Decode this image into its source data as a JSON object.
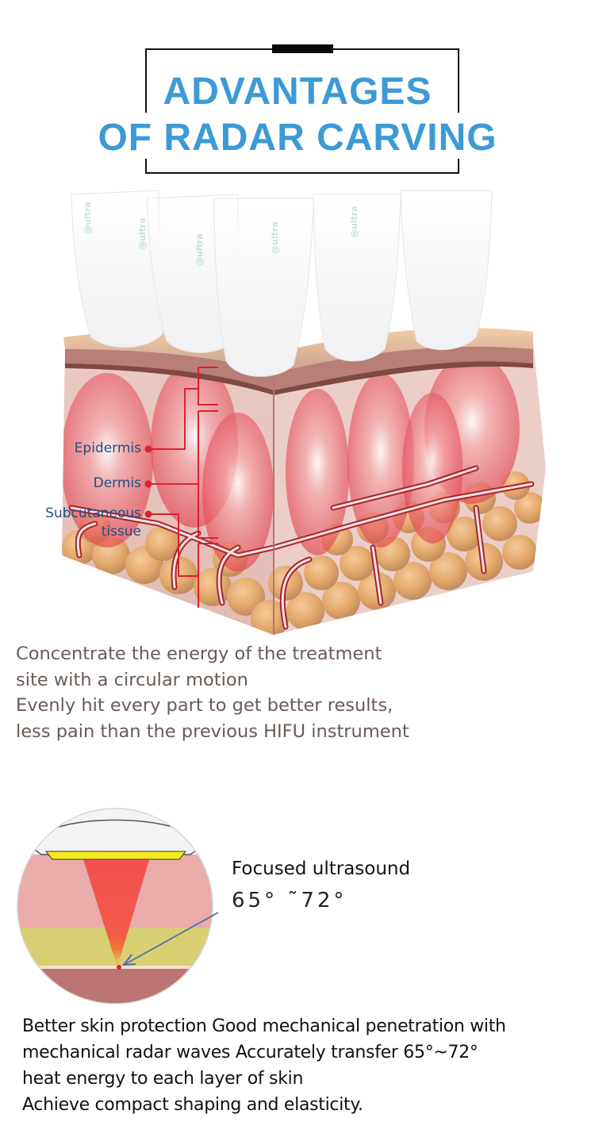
{
  "header": {
    "title_line1": "ADVANTAGES",
    "title_line2": "OF RADAR CARVING",
    "title_color": "#3c9ad6"
  },
  "skin_diagram": {
    "probe_brand_text": "@ultra",
    "labels": [
      {
        "text": "Epidermis"
      },
      {
        "text": "Dermis"
      },
      {
        "text": "Subcutaneous"
      },
      {
        "text": "tissue"
      }
    ],
    "label_color": "#1f4e86",
    "pointer_color": "#d9232e"
  },
  "description1": {
    "lines": [
      "Concentrate the energy of the treatment",
      "site with a circular motion",
      "Evenly hit every part to get better results,",
      "less pain than the previous HIFU instrument"
    ]
  },
  "focus_diagram": {
    "title": "Focused ultrasound",
    "temperature_range": "65° ˜72°"
  },
  "description2": {
    "lines": [
      "Better skin protection Good mechanical penetration with",
      "mechanical radar waves Accurately transfer 65°~72°",
      "heat energy to each layer of skin",
      "Achieve compact shaping and elasticity."
    ]
  }
}
